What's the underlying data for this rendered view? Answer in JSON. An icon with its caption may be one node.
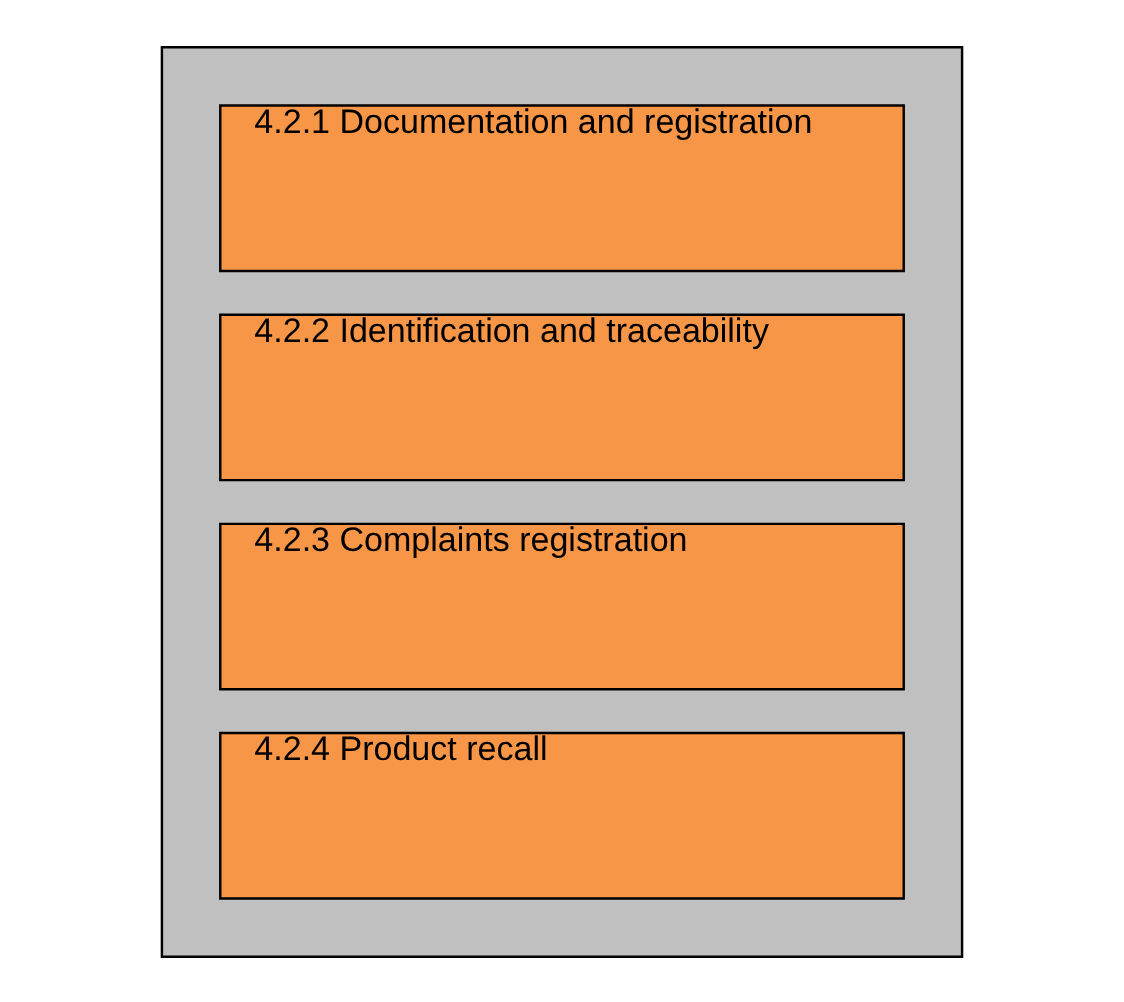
{
  "diagram": {
    "nodes": [
      {
        "text": [],
        "shape": "box"
      },
      {
        "text": [
          "4.2.1 Documentation and registration"
        ],
        "in": 0
      },
      {
        "text": [
          "4.2.2 Identification and traceability"
        ],
        "in": 0
      },
      {
        "text": [
          "4.2.3 Complaints registration"
        ],
        "in": 0
      },
      {
        "text": [
          "4.2.4 Product recall"
        ],
        "in": 0
      }
    ]
  }
}
